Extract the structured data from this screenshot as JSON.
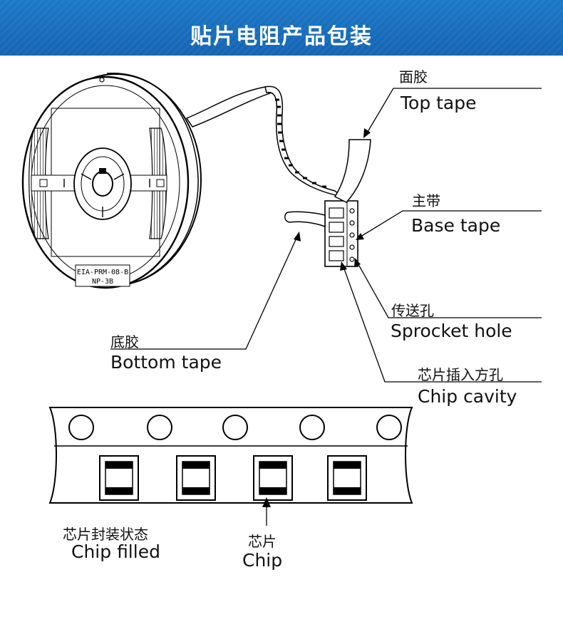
{
  "header": {
    "title": "贴片电阻产品包装"
  },
  "reel": {
    "label_line1": "EIA-PRM-08-B",
    "label_line2": "NP-3B"
  },
  "callouts": {
    "top_tape": {
      "cn": "面胶",
      "en": "Top tape"
    },
    "base_tape": {
      "cn": "主带",
      "en": "Base tape"
    },
    "sprocket_hole": {
      "cn": "传送孔",
      "en": "Sprocket hole"
    },
    "bottom_tape": {
      "cn": "底胶",
      "en": "Bottom tape"
    },
    "chip_cavity": {
      "cn": "芯片插入方孔",
      "en": "Chip cavity"
    }
  },
  "strip": {
    "hole_count": 5,
    "cavity_count": 4,
    "chip_filled": {
      "cn": "芯片封装状态",
      "en": "Chip filled"
    },
    "chip": {
      "cn": "芯片",
      "en": "Chip"
    }
  }
}
